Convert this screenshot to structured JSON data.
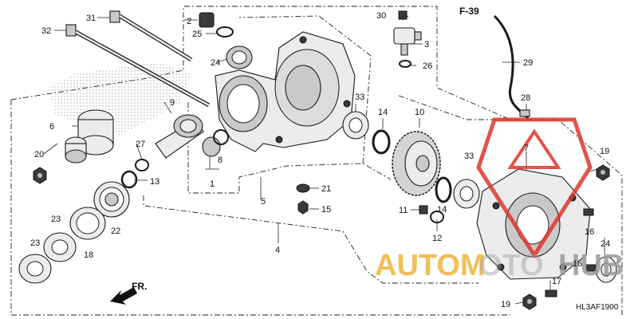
{
  "diagram": {
    "reference_label": "F-39",
    "drawing_code": "HL3AF1900",
    "direction_label": "FR.",
    "watermark": {
      "text_left": "AUTOM",
      "text_right": "HUB",
      "text_faint": "OTO",
      "color_orange": "#f2b33c",
      "color_red": "#e0352b",
      "color_gray": "#9a9a9a"
    },
    "callouts": [
      "1",
      "2",
      "3",
      "4",
      "5",
      "6",
      "7",
      "8",
      "9",
      "10",
      "11",
      "12",
      "13",
      "14",
      "15",
      "16",
      "17",
      "18",
      "19",
      "20",
      "21",
      "22",
      "23",
      "24",
      "25",
      "26",
      "27",
      "28",
      "29",
      "30",
      "31",
      "32",
      "33"
    ],
    "callout_labels": {
      "c31": "31",
      "c32": "32",
      "c2": "2",
      "c25": "25",
      "c24a": "24",
      "c30": "30",
      "c3": "3",
      "c26": "26",
      "c29": "29",
      "c9": "9",
      "c6": "6",
      "c20": "20",
      "c27": "27",
      "c8": "8",
      "c1": "1",
      "c13": "13",
      "c23a": "23",
      "c23b": "23",
      "c22": "22",
      "c18": "18",
      "c33a": "33",
      "c14a": "14",
      "c10": "10",
      "c5": "5",
      "c21": "21",
      "c15": "15",
      "c4": "4",
      "c28": "28",
      "c7": "7",
      "c19a": "19",
      "c33b": "33",
      "c14b": "14",
      "c11": "11",
      "c12": "12",
      "c16a": "16",
      "c24b": "24",
      "c16b": "16",
      "c17": "17",
      "c19b": "19"
    }
  }
}
